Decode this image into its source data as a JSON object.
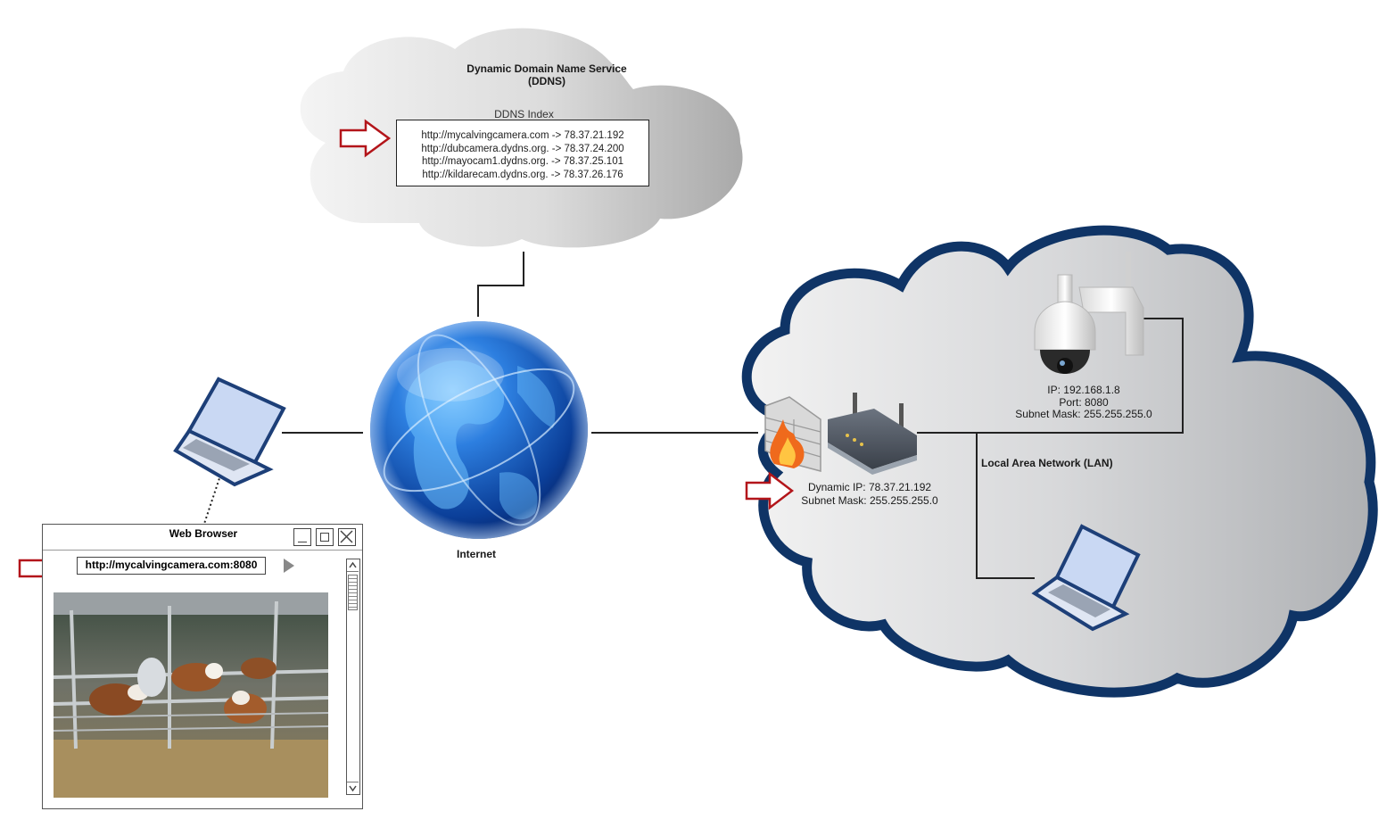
{
  "ddns": {
    "title_line1": "Dynamic Domain Name Service",
    "title_line2": "(DDNS)",
    "index_label": "DDNS Index",
    "entries": [
      "http://mycalvingcamera.com -> 78.37.21.192",
      "http://dubcamera.dydns.org. -> 78.37.24.200",
      "http://mayocam1.dydns.org. -> 78.37.25.101",
      "http://kildarecam.dydns.org. -> 78.37.26.176"
    ]
  },
  "internet": {
    "label": "Internet"
  },
  "router": {
    "dynamic_ip": "Dynamic IP: 78.37.21.192",
    "subnet_mask": "Subnet Mask: 255.255.255.0"
  },
  "camera": {
    "ip": "IP: 192.168.1.8",
    "port": "Port: 8080",
    "subnet_mask": "Subnet Mask: 255.255.255.0"
  },
  "lan": {
    "label": "Local Area Network (LAN)"
  },
  "browser": {
    "title": "Web Browser",
    "address": "http://mycalvingcamera.com:8080"
  },
  "colors": {
    "lan_cloud_border": "#0f3466",
    "arrow_red": "#b3151a",
    "globe_blue": "#1b5fc0",
    "laptop_screen": "#c9d8f3",
    "laptop_body": "#1d3f78"
  }
}
